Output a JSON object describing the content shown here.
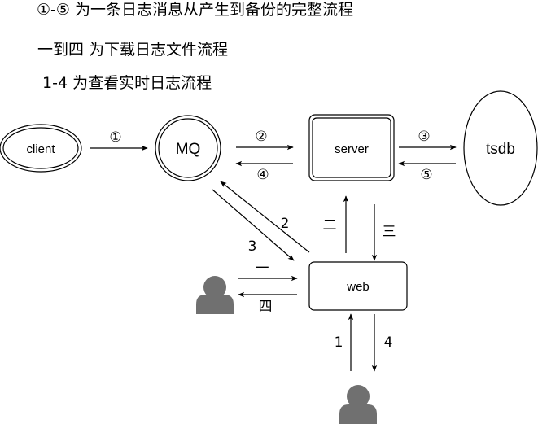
{
  "notes": {
    "line1": "①-⑤ 为一条日志消息从产生到备份的完整流程",
    "line2": "一到四 为下载日志文件流程",
    "line3": "1-4 为查看实时日志流程"
  },
  "nodes": {
    "client": "client",
    "mq": "MQ",
    "server": "server",
    "tsdb": "tsdb",
    "web": "web"
  },
  "actors": {
    "user_left": "user-icon",
    "user_bottom": "user-icon"
  },
  "edges": {
    "client_mq": "①",
    "mq_server": "②",
    "server_mq": "④",
    "server_tsdb": "③",
    "tsdb_server": "⑤",
    "web_mq": "2",
    "mq_web": "3",
    "web_server": "二",
    "server_web": "三",
    "user_web": "一",
    "web_user": "四",
    "user_web_realtime": "1",
    "web_user_realtime": "4"
  }
}
